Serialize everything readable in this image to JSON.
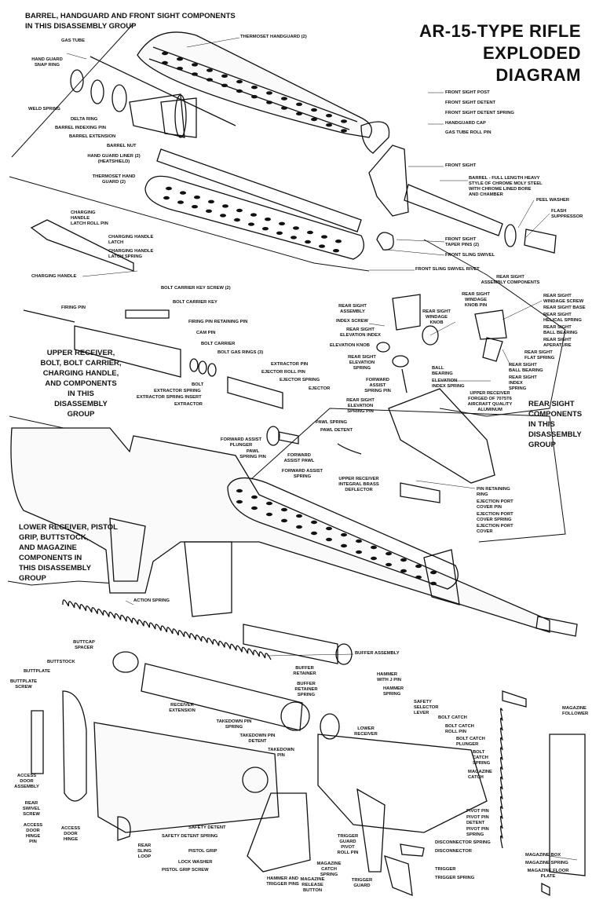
{
  "title": [
    "AR-15-TYPE RIFLE",
    "EXPLODED",
    "DIAGRAM"
  ],
  "groups": {
    "barrel": "BARREL, HANDGUARD and FRONT SIGHT COMPONENTS\nIN THIS DISASSEMBLY GROUP",
    "upper": "UPPER RECEIVER,\nBOLT, BOLT CARRIER,\nCHARGING HANDLE,\nand COMPONENTS\nIN THIS\nDISASSEMBLY\nGROUP",
    "rear_sight": "REAR SIGHT\nCOMPONENTS\nIN THIS\nDISASSEMBLY\nGROUP",
    "lower": "LOWER RECEIVER, PISTOL\nGRIP, BUTTSTOCK,\nand MAGAZINE\nCOMPONENTS IN\nTHIS DISASSEMBLY\nGROUP"
  },
  "labels": {
    "thermoset_handguard": "THERMOSET HANDGUARD (2)",
    "gas_tube": "GAS TUBE",
    "hand_guard_snap_ring": "HAND GUARD\nSNAP RING",
    "weld_spring": "WELD SPRING",
    "delta_ring": "DELTA RING",
    "barrel_indexing_pin": "BARREL INDEXING PIN",
    "barrel_extension": "BARREL EXTENSION",
    "barrel_nut": "BARREL NUT",
    "hand_guard_liner": "HAND GUARD LINER (2)\n(HEATSHIELD)",
    "thermoset_hand_guard_2": "THERMOSET HAND\nGUARD (2)",
    "front_sight_post": "FRONT SIGHT POST",
    "front_sight_detent": "FRONT SIGHT DETENT",
    "front_sight_detent_spring": "FRONT SIGHT DETENT SPRING",
    "handguard_cap": "HANDGUARD CAP",
    "gas_tube_roll_pin": "GAS TUBE ROLL PIN",
    "front_sight": "FRONT SIGHT",
    "barrel": "BARREL - FULL LENGTH HEAVY\nSTYLE OF CHROME MOLY STEEL\nWITH CHROME LINED BORE\nAND CHAMBER",
    "peel_washer": "PEEL WASHER",
    "flash_suppressor": "FLASH\nSUPPRESSOR",
    "front_sight_taper_pins": "FRONT SIGHT\nTAPER PINS (2)",
    "front_sling_swivel": "FRONT SLING SWIVEL",
    "front_sling_swivel_rivet": "FRONT SLING SWIVEL RIVET",
    "charging_handle_latch_roll_pin": "CHARGING\nHANDLE\nLATCH ROLL PIN",
    "charging_handle_latch": "CHARGING HANDLE\nLATCH",
    "charging_handle_latch_spring": "CHARGING HANDLE\nLATCH SPRING",
    "charging_handle": "CHARGING HANDLE",
    "bolt_carrier_key_screw": "BOLT CARRIER KEY SCREW (2)",
    "bolt_carrier_key": "BOLT CARRIER KEY",
    "firing_pin": "FIRING PIN",
    "firing_pin_retaining_pin": "FIRING PIN RETAINING PIN",
    "cam_pin": "CAM PIN",
    "bolt_carrier": "BOLT CARRIER",
    "bolt_gas_rings": "BOLT GAS RINGS (3)",
    "extractor_pin": "EXTRACTOR PIN",
    "ejector_roll_pin": "EJECTOR ROLL PIN",
    "ejector_spring": "EJECTOR SPRING",
    "bolt": "BOLT",
    "ejector": "EJECTOR",
    "extractor_spring": "EXTRACTOR SPRING",
    "extractor_spring_insert": "EXTRACTOR SPRING INSERT",
    "extractor": "EXTRACTOR",
    "rear_sight_assembly_components": "REAR SIGHT\nASSEMBLY COMPONENTS",
    "rear_sight_assembly": "REAR SIGHT\nASSEMBLY",
    "index_screw": "INDEX SCREW",
    "rear_sight_windage_knob": "REAR SIGHT\nWINDAGE\nKNOB",
    "rear_sight_elevation_index": "REAR SIGHT\nELEVATION INDEX",
    "elevation_knob": "ELEVATION KNOB",
    "rear_sight_elevation_spring": "REAR SIGHT\nELEVATION\nSPRING",
    "rear_sight_windage_knob_pin": "REAR SIGHT\nWINDAGE\nKNOB PIN",
    "rear_sight_windage_screw": "REAR SIGHT\nWINDAGE SCREW",
    "rear_sight_base": "REAR SIGHT BASE",
    "rear_sight_helical_spring": "REAR SIGHT\nHELICAL SPRING",
    "rear_sight_ball_bearing": "REAR SIGHT\nBALL BEARING",
    "rear_sight_aperature": "REAR SIGHT\nAPERATURE",
    "rear_sight_flat_spring": "REAR SIGHT\nFLAT SPRING",
    "rear_sight_ball_bearing_2": "REAR SIGHT\nBALL BEARING",
    "rear_sight_index_spring": "REAR SIGHT\nINDEX\nSPRING",
    "ball_bearing": "BALL\nBEARING",
    "elevation_index_spring": "ELEVATION\nINDEX SPRING",
    "forward_assist_spring_pin": "FORWARD\nASSIST\nSPRING PIN",
    "rear_sight_elevation_spring_pin": "REAR SIGHT\nELEVATION\nSPRING PIN",
    "upper_receiver": "UPPER RECEIVER\nFORGED OF 7075T6\nAIRCRAFT QUALITY\nALUMINUM",
    "pawl_spring": "PAWL SPRING",
    "pawl_detent": "PAWL DETENT",
    "forward_assist_plunger": "FORWARD ASSIST\nPLUNGER",
    "pawl_spring_pin": "PAWL\nSPRING PIN",
    "forward_assist_pawl": "FORWARD\nASSIST PAWL",
    "forward_assist_spring": "FORWARD ASSIST\nSPRING",
    "upper_receiver_integral_brass_deflector": "UPPER RECEIVER\nINTEGRAL BRASS\nDEFLECTOR",
    "pin_retaining_ring": "PIN RETAINING\nRING",
    "ejection_port_cover_pin": "EJECTION PORT\nCOVER PIN",
    "ejection_port_cover_spring": "EJECTION PORT\nCOVER SPRING",
    "ejection_port_cover": "EJECTION PORT\nCOVER",
    "action_spring": "ACTION SPRING",
    "buttcap_spacer": "BUTTCAP\nSPACER",
    "buffer_assembly": "BUFFER ASSEMBLY",
    "buttstock": "BUTTSTOCK",
    "buttplate": "BUTTPLATE",
    "buttplate_screw": "BUTTPLATE\nSCREW",
    "receiver_extension": "RECEIVER\nEXTENSION",
    "takedown_pin_spring": "TAKEDOWN PIN\nSPRING",
    "takedown_pin_detent": "TAKEDOWN PIN\nDETENT",
    "takedown_pin": "TAKEDOWN\nPIN",
    "buffer_retainer": "BUFFER\nRETAINER",
    "buffer_retainer_spring": "BUFFER\nRETAINER\nSPRING",
    "hammer_with_j_pin": "HAMMER\nWITH J PIN",
    "hammer_spring": "HAMMER\nSPRING",
    "safety_selector_lever": "SAFETY\nSELECTOR\nLEVER",
    "lower_receiver": "LOWER\nRECEIVER",
    "bolt_catch": "BOLT CATCH",
    "bolt_catch_roll_pin": "BOLT CATCH\nROLL PIN",
    "bolt_catch_plunger": "BOLT CATCH\nPLUNGER",
    "bolt_catch_spring": "BOLT\nCATCH\nSPRING",
    "magazine_catch": "MAGAZINE\nCATCH",
    "magazine_follower": "MAGAZINE\nFOLLOWER",
    "access_door_assembly": "ACCESS\nDOOR\nASSEMBLY",
    "rear_swivel_screw": "REAR\nSWIVEL\nSCREW",
    "access_door_hinge_pin": "ACCESS\nDOOR\nHINGE\nPIN",
    "access_door_hinge": "ACCESS\nDOOR\nHINGE",
    "rear_sling_loop": "REAR\nSLING\nLOOP",
    "safety_detent": "SAFETY DETENT",
    "safety_detent_spring": "SAFETY DETENT SPRING",
    "pistol_grip": "PISTOL GRIP",
    "lock_washer": "LOCK WASHER",
    "pistol_grip_screw": "PISTOL GRIP SCREW",
    "hammer_and_trigger_pins": "HAMMER AND\nTRIGGER PINS",
    "magazine_release_button": "MAGAZINE\nRELEASE\nBUTTON",
    "magazine_catch_spring": "MAGAZINE\nCATCH\nSPRING",
    "trigger_guard_pivot_roll_pin": "TRIGGER\nGUARD\nPIVOT\nROLL PIN",
    "trigger_guard": "TRIGGER\nGUARD",
    "pivot_pin": "PIVOT PIN",
    "pivot_pin_detent": "PIVOT PIN\nDETENT",
    "pivot_pin_spring": "PIVOT PIN\nSPRING",
    "disconnector_spring": "DISCONNECTOR SPRING",
    "disconnector": "DISCONNECTOR",
    "trigger": "TRIGGER",
    "trigger_spring": "TRIGGER SPRING",
    "magazine_box": "MAGAZINE BOX",
    "magazine_spring": "MAGAZINE SPRING",
    "magazine_floor_plate": "MAGAZINE FLOOR\nPLATE"
  }
}
